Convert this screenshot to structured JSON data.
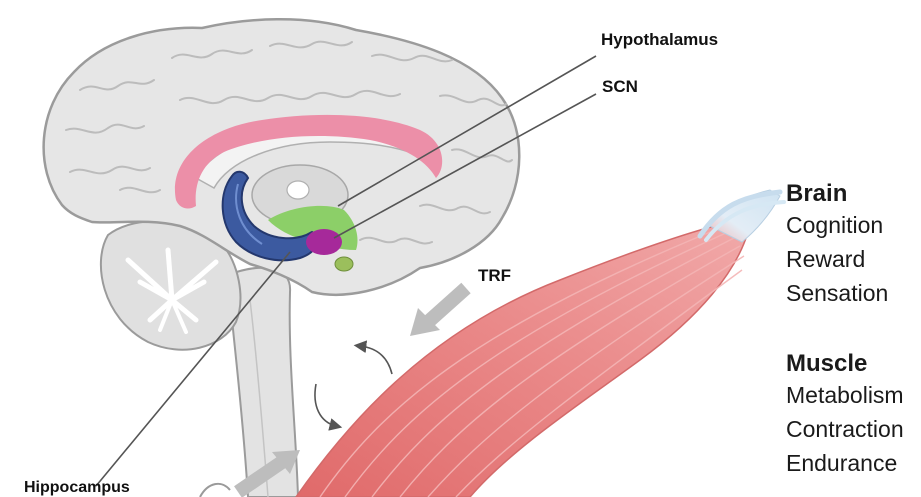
{
  "labels": {
    "hypothalamus": "Hypothalamus",
    "scn": "SCN",
    "trf": "TRF",
    "hippocampus": "Hippocampus"
  },
  "brain_panel": {
    "title": "Brain",
    "items": [
      "Cognition",
      "Reward",
      "Sensation"
    ]
  },
  "muscle_panel": {
    "title": "Muscle",
    "items": [
      "Metabolism",
      "Contraction",
      "Endurance"
    ]
  },
  "colors": {
    "brain_fill": "#e6e6e6",
    "brain_outline": "#9b9b9b",
    "corpus_callosum": "#ec8fa8",
    "hippocampus": "#3c5aa0",
    "hypothalamus": "#8ccf68",
    "scn": "#a6299a",
    "muscle": "#e77f7f",
    "tendon": "#d6e8f4",
    "arrow": "#bdbdbd"
  }
}
